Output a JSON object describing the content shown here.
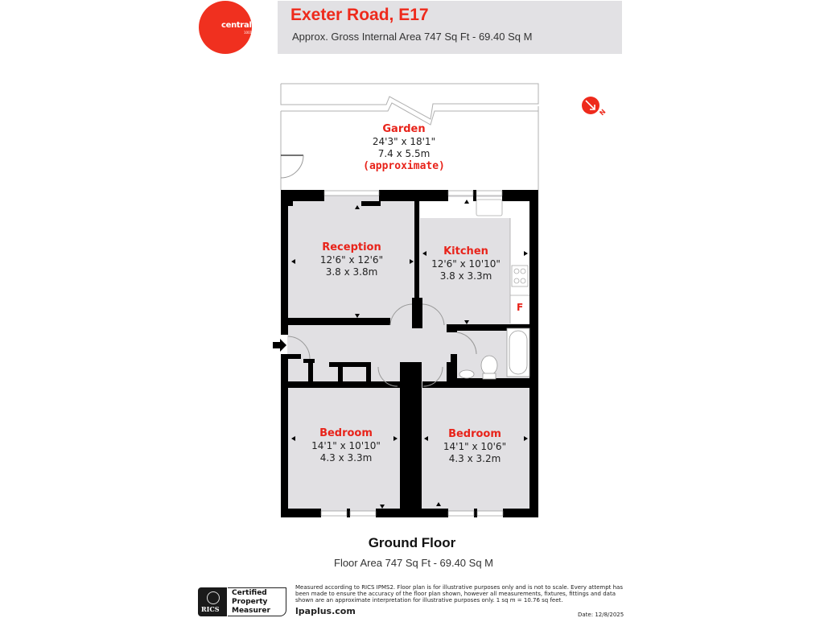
{
  "brand": {
    "logo_text": "central",
    "logo_subtext": "1001",
    "logo_color": "#f0301f"
  },
  "header": {
    "title": "Exeter Road, E17",
    "subtitle": "Approx. Gross Internal Area 747 Sq Ft - 69.40 Sq M",
    "background": "#e2e1e4",
    "title_color": "#ee2a1c"
  },
  "compass": {
    "icon": "north-arrow-icon",
    "letter": "N"
  },
  "rooms": [
    {
      "name": "Garden",
      "imperial": "24'3\" x 18'1\"",
      "metric": "7.4 x 5.5m",
      "note": "(approximate)"
    },
    {
      "name": "Reception",
      "imperial": "12'6\" x 12'6\"",
      "metric": "3.8 x 3.8m"
    },
    {
      "name": "Kitchen",
      "imperial": "12'6\" x 10'10\"",
      "metric": "3.8 x 3.3m"
    },
    {
      "name": "Bedroom",
      "imperial": "14'1\" x 10'10\"",
      "metric": "4.3 x 3.3m"
    },
    {
      "name": "Bedroom",
      "imperial": "14'1\" x 10'6\"",
      "metric": "4.3 x 3.2m"
    }
  ],
  "fixtures": {
    "fridge_label": "F"
  },
  "floor": {
    "title": "Ground Floor",
    "area": "Floor Area 747 Sq Ft - 69.40 Sq M"
  },
  "footer": {
    "rics_label": "RICS",
    "certified_lines": [
      "Certified",
      "Property",
      "Measurer"
    ],
    "disclaimer": "Measured according to RICS IPMS2. Floor plan is for illustrative purposes only and is not to scale. Every attempt has been made to ensure the accuracy of the floor plan shown, however all measurements, fixtures, fittings and data shown are an approximate interpretation for illustrative purposes only. 1 sq m = 10.76 sq feet.",
    "website": "lpaplus.com",
    "date": "Date: 12/8/2025"
  },
  "colors": {
    "accent_red": "#e8231a",
    "wall": "#000000",
    "floor_fill": "#e1e0e3"
  }
}
